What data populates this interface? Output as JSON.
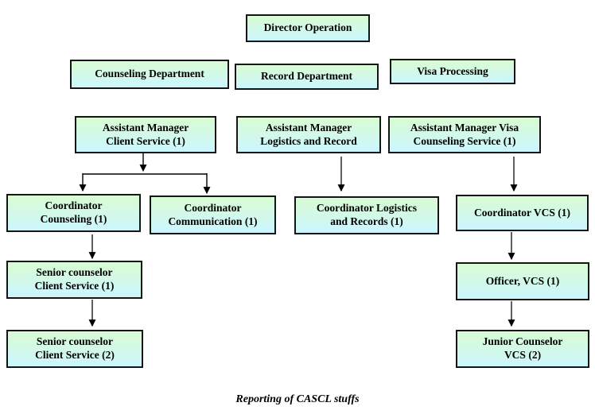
{
  "diagram": {
    "caption": "Reporting of CASCL stuffs",
    "colors": {
      "box_fill_top": "#d9fcd2",
      "box_fill_bottom": "#ccf6ff",
      "box_border": "#151515",
      "connector_line": "#5f5f5f",
      "connector_branch_line": "#000000",
      "arrow_head": "#000000",
      "text": "#000000",
      "background": "#ffffff"
    },
    "nodes": {
      "director": {
        "label": "Director Operation"
      },
      "counseling_dept": {
        "label": "Counseling Department"
      },
      "record_dept": {
        "label": "Record Department"
      },
      "visa_processing": {
        "label": "Visa Processing"
      },
      "am_client_service": {
        "label": "Assistant Manager\nClient Service (1)"
      },
      "am_logistics_record": {
        "label": "Assistant Manager\nLogistics and Record"
      },
      "am_visa_counseling": {
        "label": "Assistant Manager Visa\nCounseling Service (1)"
      },
      "coord_counseling": {
        "label": "Coordinator\nCounseling (1)"
      },
      "coord_communication": {
        "label": "Coordinator\nCommunication (1)"
      },
      "coord_logistics": {
        "label": "Coordinator Logistics\nand Records (1)"
      },
      "coord_vcs": {
        "label": "Coordinator VCS (1)"
      },
      "senior_counselor_1": {
        "label": "Senior counselor\nClient Service (1)"
      },
      "senior_counselor_2": {
        "label": "Senior counselor\nClient Service (2)"
      },
      "officer_vcs": {
        "label": "Officer, VCS (1)"
      },
      "junior_counselor_vcs": {
        "label": "Junior Counselor\nVCS (2)"
      }
    },
    "edges": [
      {
        "from": "am_client_service",
        "to": "coord_counseling"
      },
      {
        "from": "am_client_service",
        "to": "coord_communication"
      },
      {
        "from": "am_logistics_record",
        "to": "coord_logistics"
      },
      {
        "from": "am_visa_counseling",
        "to": "coord_vcs"
      },
      {
        "from": "coord_counseling",
        "to": "senior_counselor_1"
      },
      {
        "from": "senior_counselor_1",
        "to": "senior_counselor_2"
      },
      {
        "from": "coord_vcs",
        "to": "officer_vcs"
      },
      {
        "from": "officer_vcs",
        "to": "junior_counselor_vcs"
      }
    ]
  }
}
